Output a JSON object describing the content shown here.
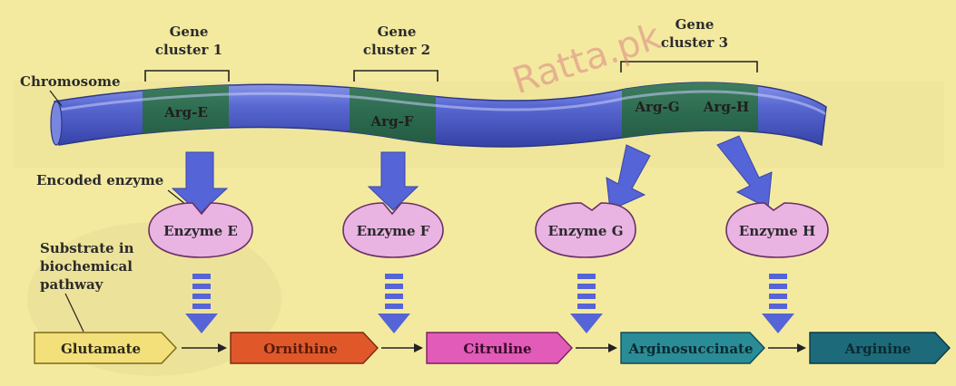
{
  "labels": {
    "chromosome": "Chromosome",
    "encoded_enzyme": "Encoded enzyme",
    "substrate_line1": "Substrate in",
    "substrate_line2": "biochemical",
    "substrate_line3": "pathway"
  },
  "clusters": [
    {
      "line1": "Gene",
      "line2": "cluster 1"
    },
    {
      "line1": "Gene",
      "line2": "cluster 2"
    },
    {
      "line1": "Gene",
      "line2": "cluster 3"
    }
  ],
  "genes": [
    "Arg-E",
    "Arg-F",
    "Arg-G",
    "Arg-H"
  ],
  "enzymes": [
    "Enzyme E",
    "Enzyme F",
    "Enzyme G",
    "Enzyme H"
  ],
  "substrates": [
    "Glutamate",
    "Ornithine",
    "Citruline",
    "Arginosuccinate",
    "Arginine"
  ],
  "watermark": "Ratta.pk",
  "colors": {
    "background": "#f3eaa0",
    "chromosome": "#5767cf",
    "gene_segment": "#2f6a50",
    "enzyme_fill": "#e9b3e2",
    "arrow": "#5564d6",
    "glutamate": "#f4e07a",
    "ornithine": "#e0582a",
    "citruline": "#e25bb8",
    "arginosuccinate": "#2a8c97",
    "arginine": "#1d6a7a"
  }
}
